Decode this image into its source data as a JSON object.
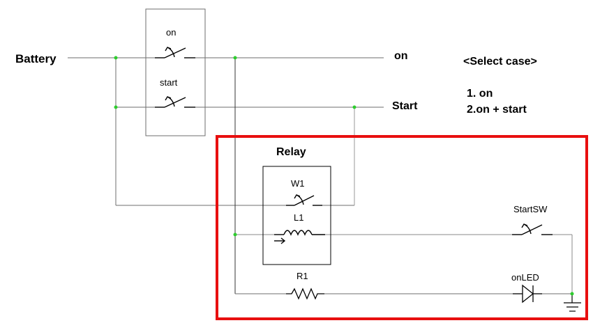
{
  "labels": {
    "battery": "Battery",
    "on_output": "on",
    "start_output": "Start",
    "switch_on": "on",
    "switch_start": "start",
    "relay": "Relay",
    "w1": "W1",
    "l1": "L1",
    "r1": "R1",
    "start_sw": "StartSW",
    "on_led": "onLED"
  },
  "select_case": {
    "title": "<Select case>",
    "cases": [
      "1. on",
      "2.on + start"
    ]
  },
  "colors": {
    "wire": "#6e6e6e",
    "node": "#2ecc2e",
    "highlight": "#e80f0f",
    "symbol": "#000000"
  }
}
